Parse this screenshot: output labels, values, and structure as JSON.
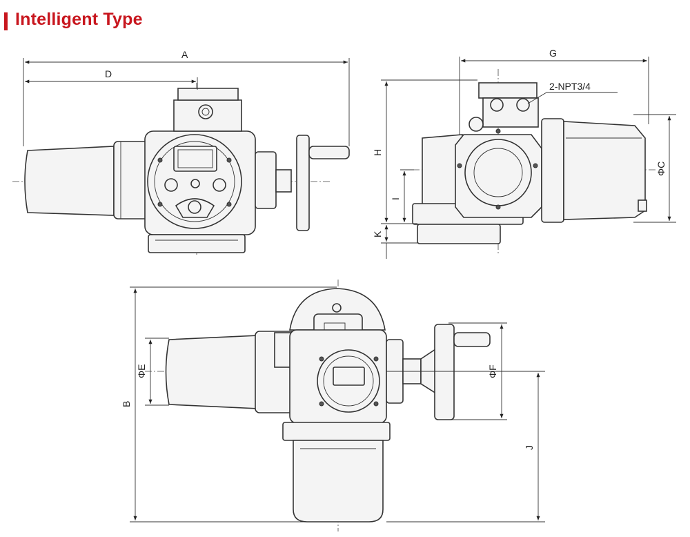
{
  "header": {
    "title": "Intelligent Type"
  },
  "dimensions": {
    "A": "A",
    "D": "D",
    "G": "G",
    "H": "H",
    "I": "I",
    "K": "K",
    "C": "ΦC",
    "E": "ΦE",
    "F": "ΦF",
    "B": "B",
    "J": "J"
  },
  "callout": {
    "port": "2-NPT3/4"
  },
  "colors": {
    "accent": "#c8161e",
    "line": "#333333"
  }
}
